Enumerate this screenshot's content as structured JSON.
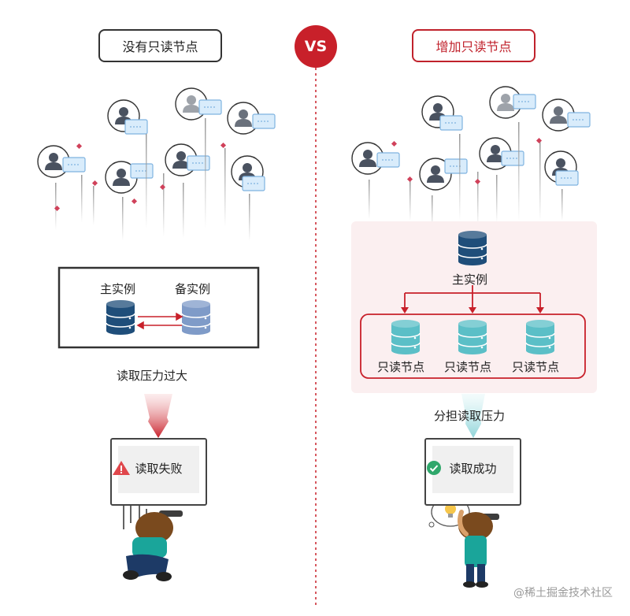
{
  "left": {
    "heading": "没有只读节点",
    "primary_label": "主实例",
    "standby_label": "备实例",
    "pressure_text": "读取压力过大",
    "result_text": "读取失败"
  },
  "vs": "VS",
  "right": {
    "heading": "增加只读节点",
    "primary_label": "主实例",
    "readonly_labels": [
      "只读节点",
      "只读节点",
      "只读节点"
    ],
    "share_text": "分担读取压力",
    "result_text": "读取成功"
  },
  "watermark": "@稀土掘金技术社区",
  "colors": {
    "accent_red": "#c8202a",
    "primary_db": "#1f4e7a",
    "standby_db": "#7f9bc8",
    "readonly_db": "#5bbfc7",
    "user_icon": "#4a5260"
  },
  "icons": [
    "user-icon",
    "chat-bubble-icon",
    "database-icon",
    "warning-icon",
    "check-icon",
    "lightbulb-icon"
  ]
}
